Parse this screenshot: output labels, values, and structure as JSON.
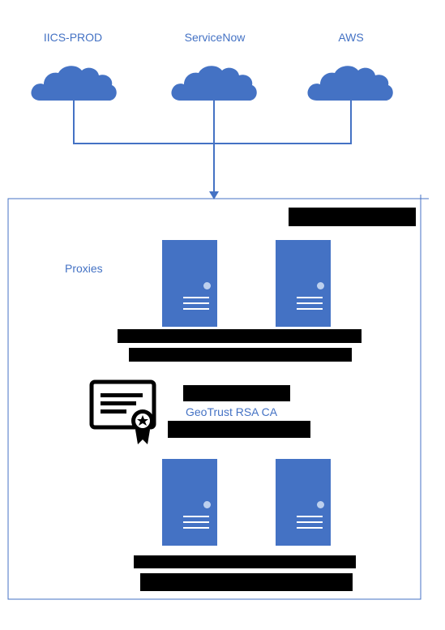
{
  "clouds": [
    {
      "label": "IICS-PROD"
    },
    {
      "label": "ServiceNow"
    },
    {
      "label": "AWS"
    }
  ],
  "network": {
    "proxies_label": "Proxies",
    "certificate_label": "GeoTrust RSA CA"
  },
  "icons": {
    "cloud": "cloud-icon",
    "server": "server-icon",
    "certificate": "certificate-icon"
  },
  "colors": {
    "accent": "#4472c4",
    "border": "#4472c4",
    "redaction": "#000000"
  }
}
